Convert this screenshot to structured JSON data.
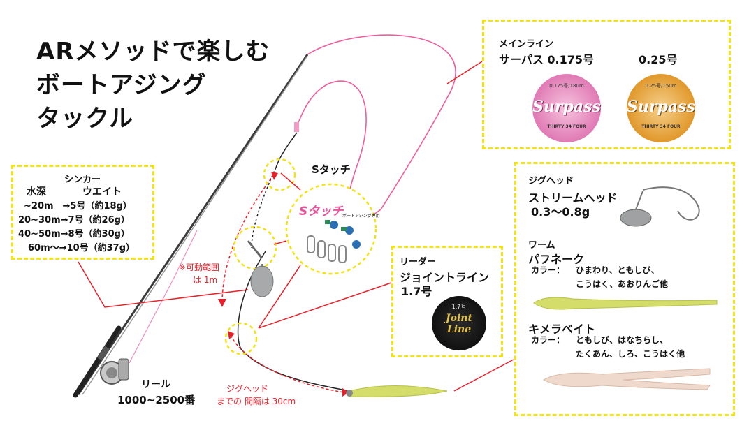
{
  "title": {
    "line1": "ARメソッドで楽しむ",
    "line2": "ボートアジング",
    "line3": "タックル"
  },
  "sinker": {
    "heading": "シンカー",
    "col1": "水深",
    "col2": "ウエイト",
    "rows": [
      "~20m　→5号（約18g）",
      "20~30m→7号（約26g）",
      "40~50m→8号（約30g）",
      "60m～→10号（約37g）"
    ]
  },
  "main_line": {
    "heading": "メインライン",
    "name": "サーパス 0.175号",
    "alt": "0.25号",
    "spool1_brand": "Surpass",
    "spool1_small": "0.175号/180m",
    "spool2_brand": "Surpass",
    "spool2_small": "0.25号/150m",
    "spool_maker": "THIRTY 34 FOUR"
  },
  "s_touch": {
    "label": "Sタッチ",
    "logo": "Sタッチ",
    "sub": "ボートアジング専用"
  },
  "movable": {
    "line1": "※可動範囲",
    "line2": "は 1m"
  },
  "leader": {
    "heading": "リーダー",
    "name": "ジョイントライン",
    "size": "1.7号",
    "spool_size": "1.7号",
    "spool_brand1": "Joint",
    "spool_brand2": "Line"
  },
  "jighead": {
    "heading": "ジグヘッド",
    "name": "ストリームヘッド",
    "size": "0.3～0.8g"
  },
  "worm": {
    "heading": "ワーム",
    "name1": "パフネーク",
    "color1_label": "カラー：",
    "color1_line1": "ひまわり、ともしび、",
    "color1_line2": "こうはく、あおりんご他",
    "name2": "キメラベイト",
    "color2_label": "カラー：",
    "color2_line1": "ともしび、はなちらし、",
    "color2_line2": "たくあん、しろ、こうはく他"
  },
  "reel": {
    "label": "リール",
    "size": "1000~2500番"
  },
  "gap": {
    "line1": "ジグヘッド",
    "line2": "までの 間隔は 30cm"
  },
  "colors": {
    "box_border": "#f2e21a",
    "annotation": "#e8202a",
    "main_line": "#ee5d9c",
    "spool_pink": "#e07ab5",
    "spool_orange": "#e1982b",
    "worm_chartreuse": "#d4dc6a"
  }
}
